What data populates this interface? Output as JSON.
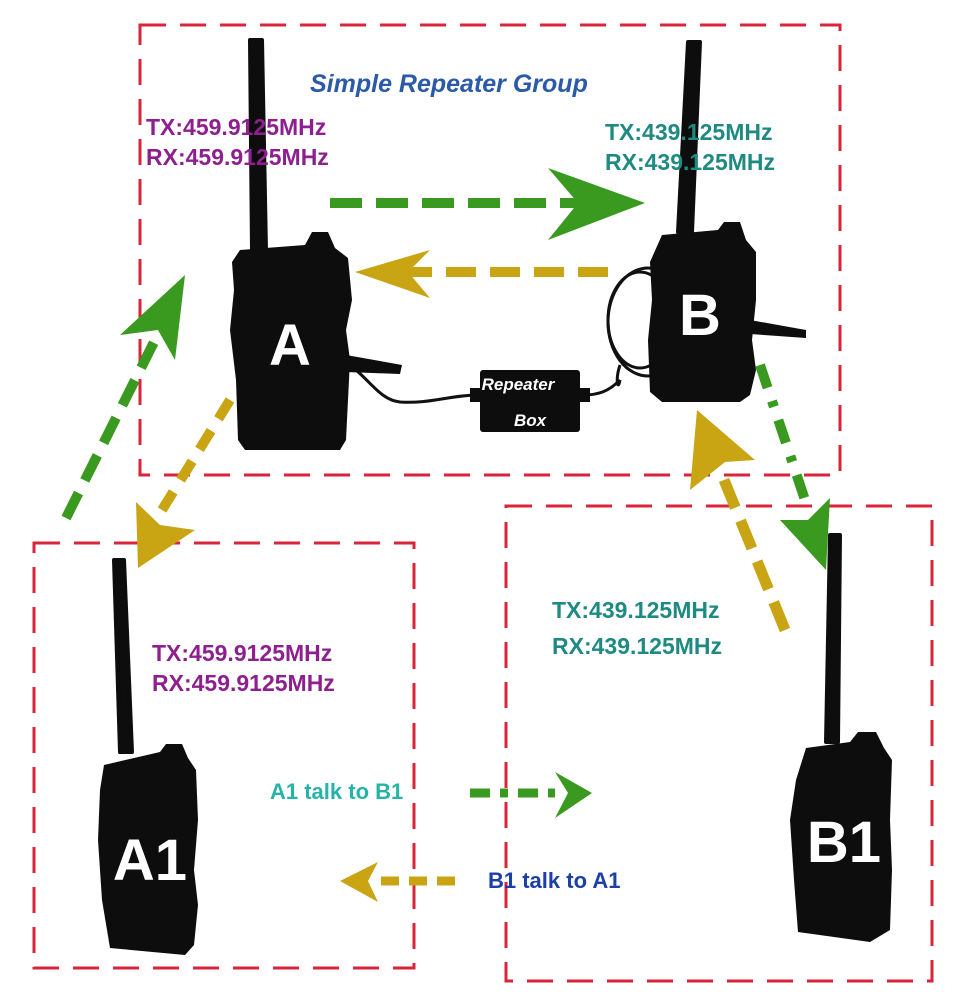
{
  "title": "Simple Repeater Group",
  "groups": {
    "repeater_group": {
      "radio_a": {
        "label": "A",
        "tx": "TX:459.9125MHz",
        "rx": "RX:459.9125MHz"
      },
      "radio_b": {
        "label": "B",
        "tx": "TX:439.125MHz",
        "rx": "RX:439.125MHz"
      },
      "repeater_box": {
        "line1": "Repeater",
        "line2": "Box"
      }
    },
    "group_a1": {
      "radio": {
        "label": "A1",
        "tx": "TX:459.9125MHz",
        "rx": "RX:459.9125MHz"
      }
    },
    "group_b1": {
      "radio": {
        "label": "B1",
        "tx": "TX:439.125MHz",
        "rx": "RX:439.125MHz"
      }
    }
  },
  "links": {
    "a1_to_b1": "A1 talk to B1",
    "b1_to_a1": "B1 talk to A1"
  },
  "colors": {
    "border": "#d9243a",
    "green_arrow": "#3a9a1f",
    "gold_arrow": "#c9a413",
    "title": "#2a5aa8",
    "uhf_450": "#8e1f8e",
    "uhf_430": "#1e8a82"
  }
}
